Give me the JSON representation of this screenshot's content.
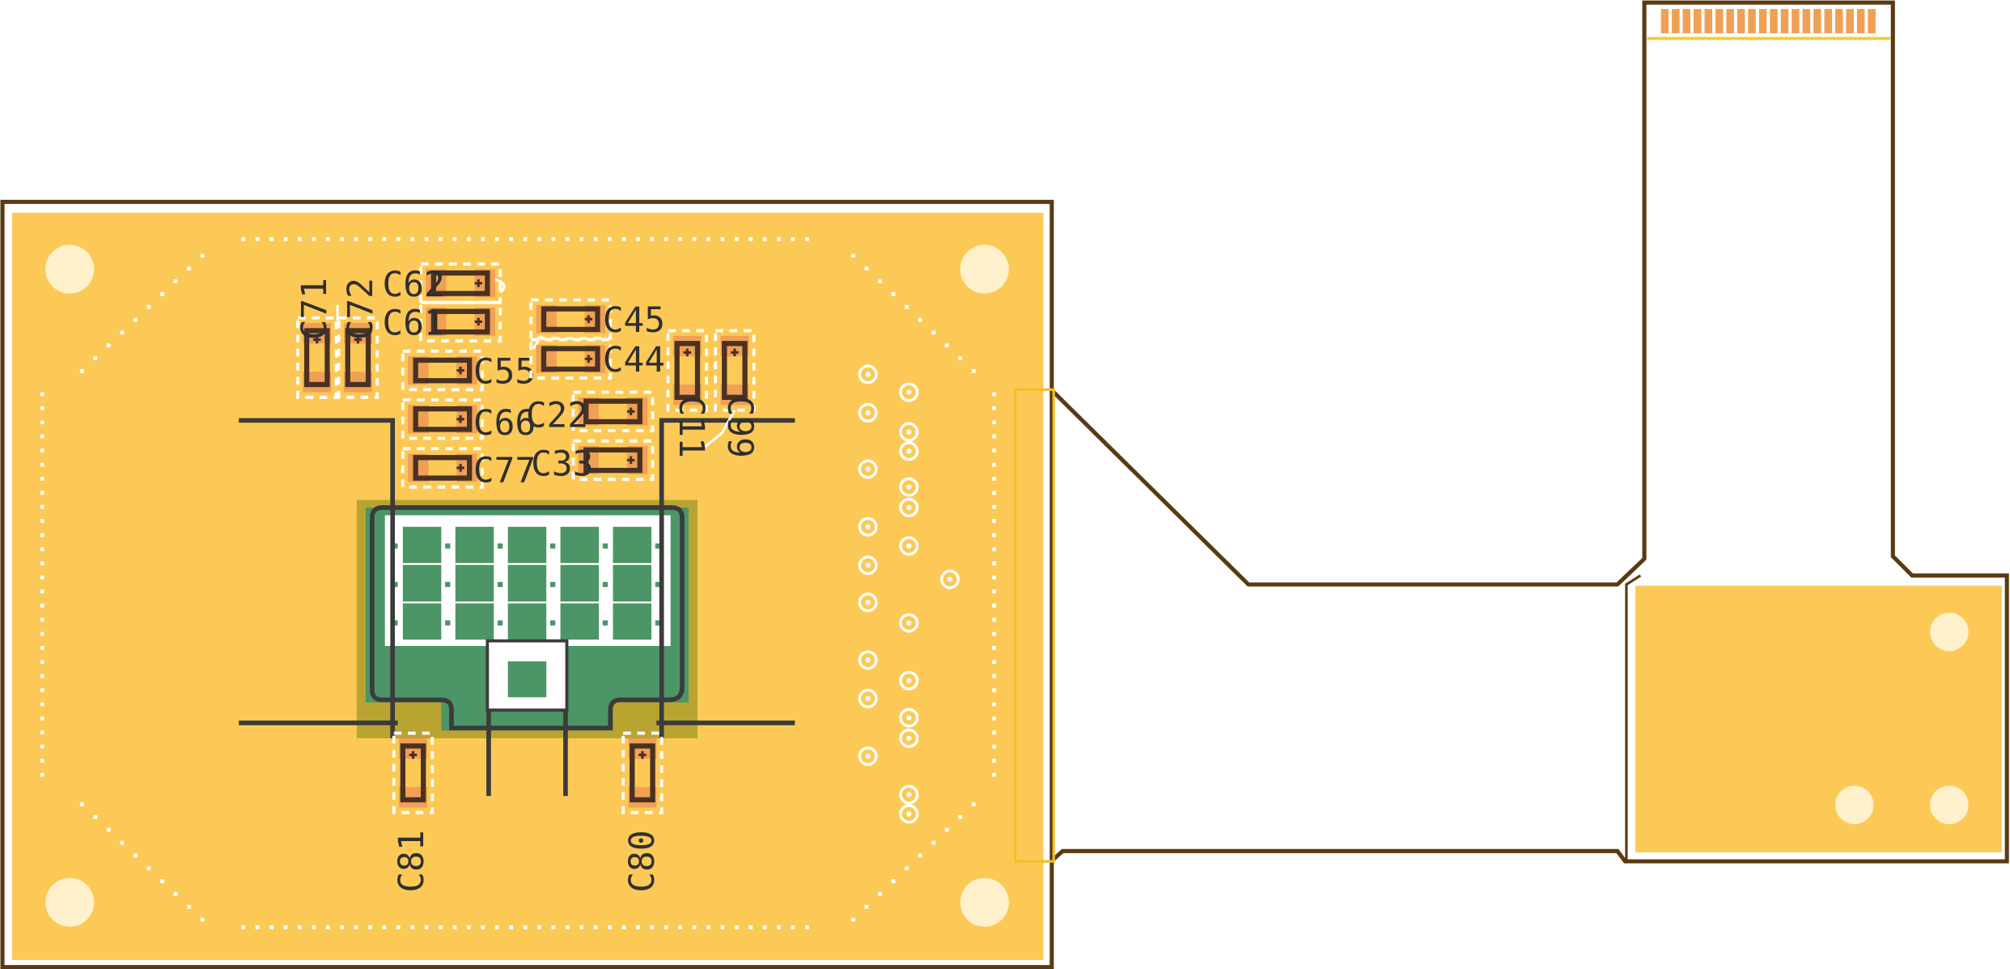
{
  "board": {
    "colors": {
      "copper": "#fcc956",
      "outline": "#5a3a12",
      "mask_green": "#4c9566",
      "keepout_olive": "#b9a432",
      "pad": "#f0a055",
      "hole": "#fff1cc",
      "silk": "#2f2f2f"
    }
  },
  "components": [
    {
      "ref": "C71",
      "label": "C71"
    },
    {
      "ref": "C72",
      "label": "C72"
    },
    {
      "ref": "C62",
      "label": "C62"
    },
    {
      "ref": "C61",
      "label": "C61"
    },
    {
      "ref": "C55",
      "label": "C55"
    },
    {
      "ref": "C66",
      "label": "C66"
    },
    {
      "ref": "C77",
      "label": "C77"
    },
    {
      "ref": "C45",
      "label": "C45"
    },
    {
      "ref": "C44",
      "label": "C44"
    },
    {
      "ref": "C22",
      "label": "C22"
    },
    {
      "ref": "C33",
      "label": "C33"
    },
    {
      "ref": "C11",
      "label": "C11"
    },
    {
      "ref": "C99",
      "label": "C99"
    },
    {
      "ref": "C81",
      "label": "C81"
    },
    {
      "ref": "C80",
      "label": "C80"
    }
  ],
  "flex_connector": {
    "pin_count": 20
  }
}
